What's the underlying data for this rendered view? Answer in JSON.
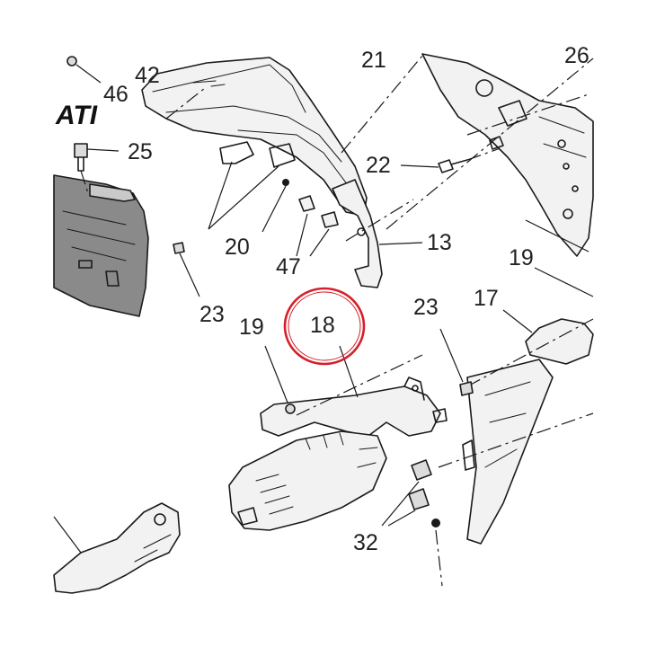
{
  "diagram": {
    "callouts": [
      {
        "id": "46",
        "label": "46"
      },
      {
        "id": "42",
        "label": "42"
      },
      {
        "id": "21",
        "label": "21"
      },
      {
        "id": "26",
        "label": "26"
      },
      {
        "id": "25",
        "label": "25"
      },
      {
        "id": "22",
        "label": "22"
      },
      {
        "id": "20",
        "label": "20"
      },
      {
        "id": "13",
        "label": "13"
      },
      {
        "id": "47",
        "label": "47"
      },
      {
        "id": "19a",
        "label": "19"
      },
      {
        "id": "23a",
        "label": "23"
      },
      {
        "id": "17",
        "label": "17"
      },
      {
        "id": "23b",
        "label": "23"
      },
      {
        "id": "18",
        "label": "18"
      },
      {
        "id": "19b",
        "label": "19"
      },
      {
        "id": "32",
        "label": "32"
      }
    ],
    "logo_fragment": "ATI",
    "highlight": {
      "target": "18",
      "color": "#d4202a"
    }
  }
}
